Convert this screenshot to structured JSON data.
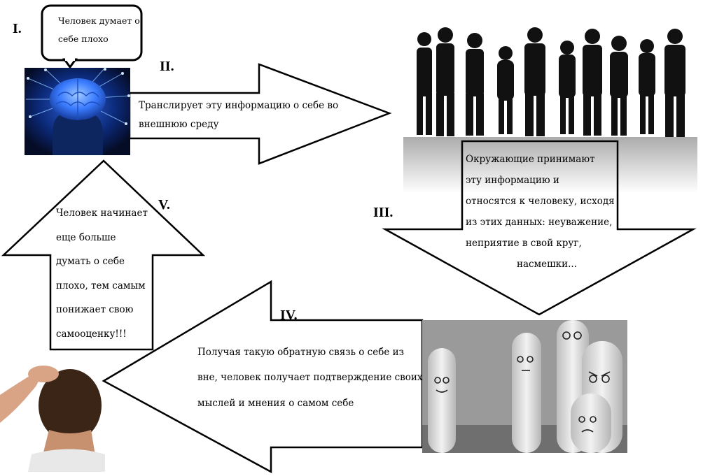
{
  "labels": {
    "i": "I.",
    "ii": "II.",
    "iii": "III.",
    "iv": "IV.",
    "v": "V."
  },
  "bubble": {
    "lines": [
      "Человек думает о",
      "себе плохо"
    ]
  },
  "arrow_right": {
    "lines": [
      "Транслирует эту информацию о себе во",
      "внешнюю среду"
    ]
  },
  "arrow_down": {
    "lines": [
      "Окружающие принимают",
      "эту информацию и",
      "относятся к человеку, исходя",
      "из этих данных: неуважение,",
      "неприятие в свой круг,",
      "насмешки..."
    ]
  },
  "arrow_left": {
    "lines": [
      "Получая такую обратную связь о себе из",
      "вне, человек получает подтверждение своих",
      "мыслей и мнения о самом себе"
    ]
  },
  "arrow_up": {
    "lines": [
      "Человек начинает",
      "еще больше",
      "думать о себе",
      "плохо, тем самым",
      "понижает свою",
      "самооценку!!!"
    ]
  },
  "icons": {
    "brain": "brain-image",
    "crowd": "crowd-silhouette-image",
    "fingers": "finger-faces-image",
    "man": "man-scratching-head-image"
  },
  "colors": {
    "brain_bg": "#0a1a4a",
    "brain_glow": "#3a7bff",
    "silhouette": "#111111"
  }
}
